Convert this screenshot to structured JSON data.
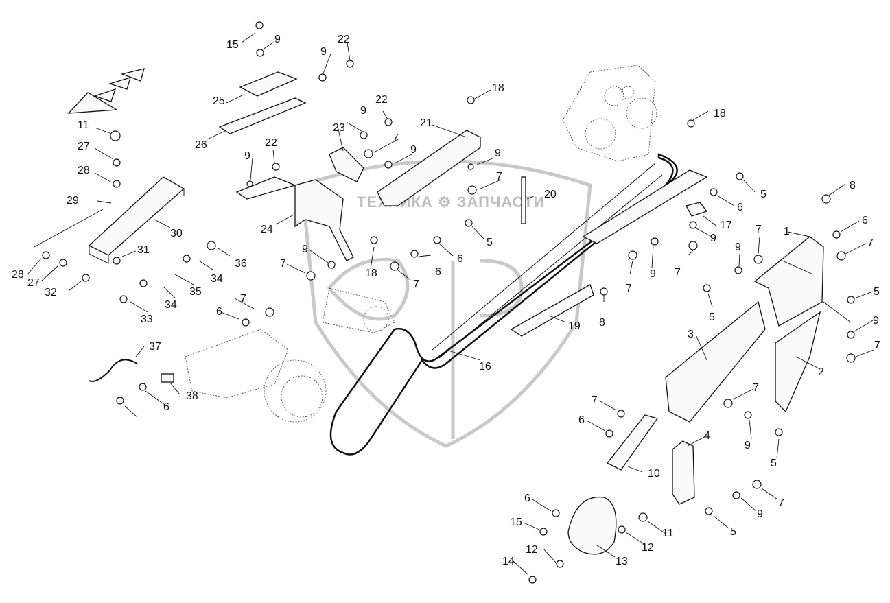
{
  "watermark": {
    "text": "ТЕХНИКА ⚙ ЗАПЧАСТИ"
  },
  "callouts": [
    {
      "n": "1"
    },
    {
      "n": "2"
    },
    {
      "n": "3"
    },
    {
      "n": "4"
    },
    {
      "n": "5"
    },
    {
      "n": "5"
    },
    {
      "n": "5"
    },
    {
      "n": "5"
    },
    {
      "n": "5"
    },
    {
      "n": "5"
    },
    {
      "n": "6"
    },
    {
      "n": "6"
    },
    {
      "n": "6"
    },
    {
      "n": "6"
    },
    {
      "n": "6"
    },
    {
      "n": "6"
    },
    {
      "n": "6"
    },
    {
      "n": "7"
    },
    {
      "n": "7"
    },
    {
      "n": "7"
    },
    {
      "n": "7"
    },
    {
      "n": "7"
    },
    {
      "n": "7"
    },
    {
      "n": "7"
    },
    {
      "n": "7"
    },
    {
      "n": "7"
    },
    {
      "n": "7"
    },
    {
      "n": "7"
    },
    {
      "n": "7"
    },
    {
      "n": "8"
    },
    {
      "n": "8"
    },
    {
      "n": "9"
    },
    {
      "n": "9"
    },
    {
      "n": "9"
    },
    {
      "n": "9"
    },
    {
      "n": "9"
    },
    {
      "n": "9"
    },
    {
      "n": "9"
    },
    {
      "n": "9"
    },
    {
      "n": "9"
    },
    {
      "n": "9"
    },
    {
      "n": "9"
    },
    {
      "n": "9"
    },
    {
      "n": "9"
    },
    {
      "n": "10"
    },
    {
      "n": "11"
    },
    {
      "n": "11"
    },
    {
      "n": "12"
    },
    {
      "n": "12"
    },
    {
      "n": "13"
    },
    {
      "n": "14"
    },
    {
      "n": "15"
    },
    {
      "n": "15"
    },
    {
      "n": "16"
    },
    {
      "n": "17"
    },
    {
      "n": "18"
    },
    {
      "n": "18"
    },
    {
      "n": "18"
    },
    {
      "n": "19"
    },
    {
      "n": "20"
    },
    {
      "n": "21"
    },
    {
      "n": "22"
    },
    {
      "n": "22"
    },
    {
      "n": "22"
    },
    {
      "n": "23"
    },
    {
      "n": "24"
    },
    {
      "n": "25"
    },
    {
      "n": "26"
    },
    {
      "n": "27"
    },
    {
      "n": "27"
    },
    {
      "n": "28"
    },
    {
      "n": "28"
    },
    {
      "n": "29"
    },
    {
      "n": "30"
    },
    {
      "n": "31"
    },
    {
      "n": "32"
    },
    {
      "n": "33"
    },
    {
      "n": "34"
    },
    {
      "n": "34"
    },
    {
      "n": "35"
    },
    {
      "n": "36"
    },
    {
      "n": "37"
    },
    {
      "n": "38"
    }
  ]
}
